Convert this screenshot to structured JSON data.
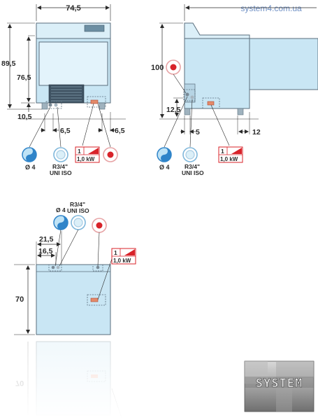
{
  "watermark": "system4.com.ua",
  "brand_plate": "",
  "logo_text": "SYSTEM",
  "front_view": {
    "width": "74,5",
    "total_height": "89,5",
    "body_height": "76,5",
    "foot_height": "10,5",
    "drain_offset": "6,5",
    "power_offset": "6,5"
  },
  "side_view": {
    "water_inlet_height": "100",
    "drain_height": "12,5",
    "drain_offset": "5",
    "power_offset": "12"
  },
  "top_view": {
    "offset_outer": "21,5",
    "offset_inner": "16,5",
    "depth": "70",
    "depth_reflection": "70"
  },
  "connections": {
    "drain": "Ø 4",
    "water_line1": "R3/4\"",
    "water_line2": "UNI ISO",
    "power_phase": "1",
    "power_rating": "1,0 kW"
  },
  "colors": {
    "body_fill": "#c9e6f4",
    "panel_fill": "#e3f3fb",
    "outline": "#5a6e7c",
    "red": "#d8232a",
    "drain_blue": "#2f84c9"
  }
}
